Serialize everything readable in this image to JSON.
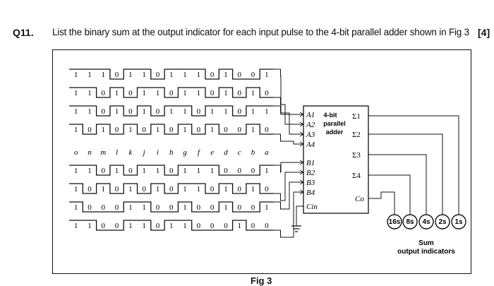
{
  "question": {
    "number": "Q11.",
    "text": "List the binary sum at the output indicator for each input pulse to the 4-bit parallel adder shown in Fig 3",
    "marks": "[4]"
  },
  "figure": {
    "caption": "Fig 3",
    "pulse_letters": [
      "o",
      "n",
      "m",
      "l",
      "k",
      "j",
      "i",
      "h",
      "g",
      "f",
      "e",
      "d",
      "c",
      "b",
      "a"
    ],
    "a_rows": [
      [
        1,
        1,
        1,
        0,
        1,
        1,
        0,
        1,
        1,
        1,
        0,
        1,
        0,
        0,
        1
      ],
      [
        1,
        1,
        0,
        1,
        0,
        1,
        1,
        0,
        1,
        1,
        0,
        1,
        0,
        1,
        0
      ],
      [
        1,
        1,
        0,
        1,
        0,
        1,
        0,
        1,
        1,
        0,
        1,
        1,
        0,
        1,
        1
      ],
      [
        1,
        0,
        1,
        0,
        1,
        0,
        1,
        0,
        1,
        0,
        1,
        0,
        0,
        1,
        0
      ]
    ],
    "b_rows": [
      [
        1,
        1,
        0,
        1,
        0,
        1,
        1,
        0,
        1,
        1,
        1,
        0,
        0,
        0,
        1
      ],
      [
        1,
        0,
        1,
        0,
        1,
        0,
        1,
        0,
        1,
        1,
        0,
        1,
        0,
        1,
        0
      ],
      [
        1,
        0,
        0,
        0,
        1,
        1,
        0,
        0,
        1,
        0,
        0,
        1,
        0,
        0,
        1
      ],
      [
        1,
        1,
        0,
        0,
        1,
        1,
        0,
        1,
        1,
        0,
        0,
        0,
        1,
        0,
        0
      ]
    ],
    "adder": {
      "title_line1": "4-bit",
      "title_line2": "parallel",
      "title_line3": "adder",
      "a_inputs": [
        "A1",
        "A2",
        "A3",
        "A4"
      ],
      "b_inputs": [
        "B1",
        "B2",
        "B3",
        "B4"
      ],
      "cin": "Cin",
      "sum_outputs": [
        "Σ1",
        "Σ2",
        "Σ3",
        "Σ4"
      ],
      "carry_out": "Co"
    },
    "indicators": [
      "16s",
      "8s",
      "4s",
      "2s",
      "1s"
    ],
    "indicator_caption_line1": "Sum",
    "indicator_caption_line2": "output indicators"
  }
}
